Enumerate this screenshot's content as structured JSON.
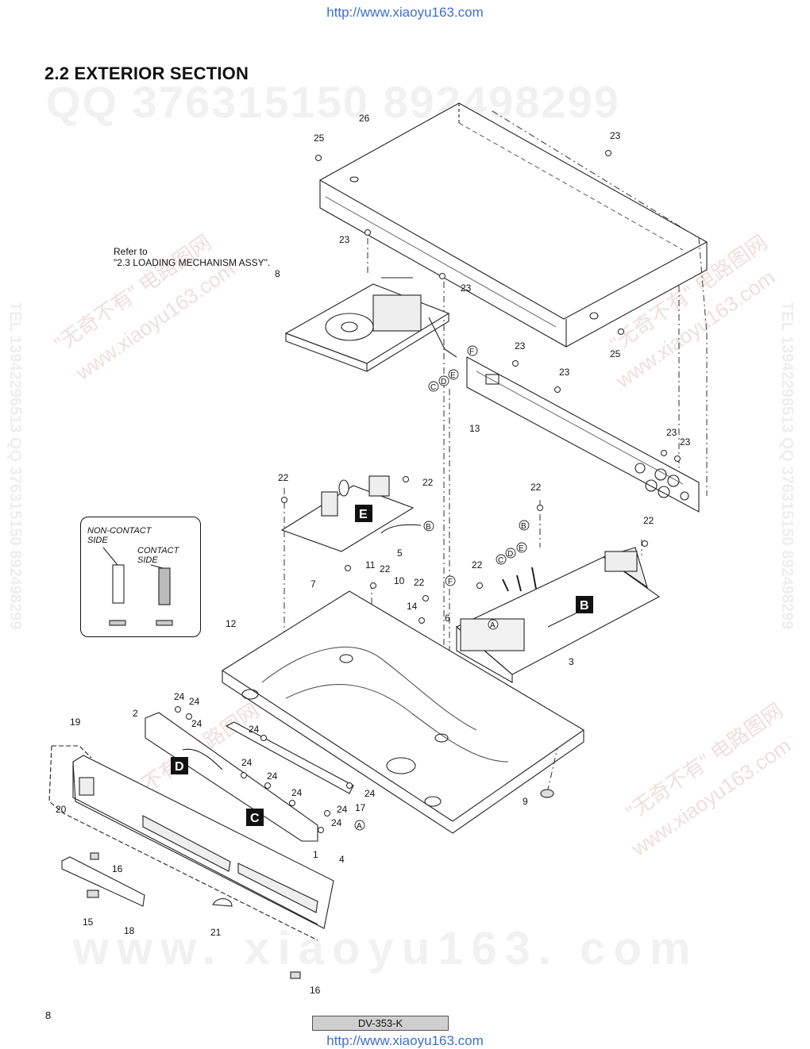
{
  "header": {
    "url": "http://www.xiaoyu163.com"
  },
  "title": "2.2 EXTERIOR SECTION",
  "watermarks": {
    "qq_line": "QQ 376315150  892498299",
    "site": "www. xiaoyu163. com",
    "vertical": "TEL 13942296513  QQ 376315150  892498299",
    "diagonal_text": "\"无奇不有\" 电路图网",
    "diagonal_url": "www.xiaoyu163.com"
  },
  "note": {
    "line1": "Refer to",
    "line2": "\"2.3 LOADING MECHANISM ASSY\"."
  },
  "inset": {
    "non_contact": "NON-CONTACT\nSIDE",
    "contact": "CONTACT\nSIDE"
  },
  "boards": {
    "A": "A",
    "B": "B",
    "C": "C",
    "D": "D",
    "E": "E",
    "F": "F"
  },
  "parts": {
    "p1": "1",
    "p2": "2",
    "p3": "3",
    "p4": "4",
    "p5": "5",
    "p6": "6",
    "p7": "7",
    "p8": "8",
    "p9": "9",
    "p10": "10",
    "p11": "11",
    "p12": "12",
    "p13": "13",
    "p14": "14",
    "p15": "15",
    "p16": "16",
    "p17": "17",
    "p18": "18",
    "p19": "19",
    "p20": "20",
    "p21": "21",
    "p22": "22",
    "p23": "23",
    "p24": "24",
    "p25": "25",
    "p26": "26"
  },
  "footer": {
    "page_number": "8",
    "model": "DV-353-K",
    "url": "http://www.xiaoyu163.com"
  }
}
